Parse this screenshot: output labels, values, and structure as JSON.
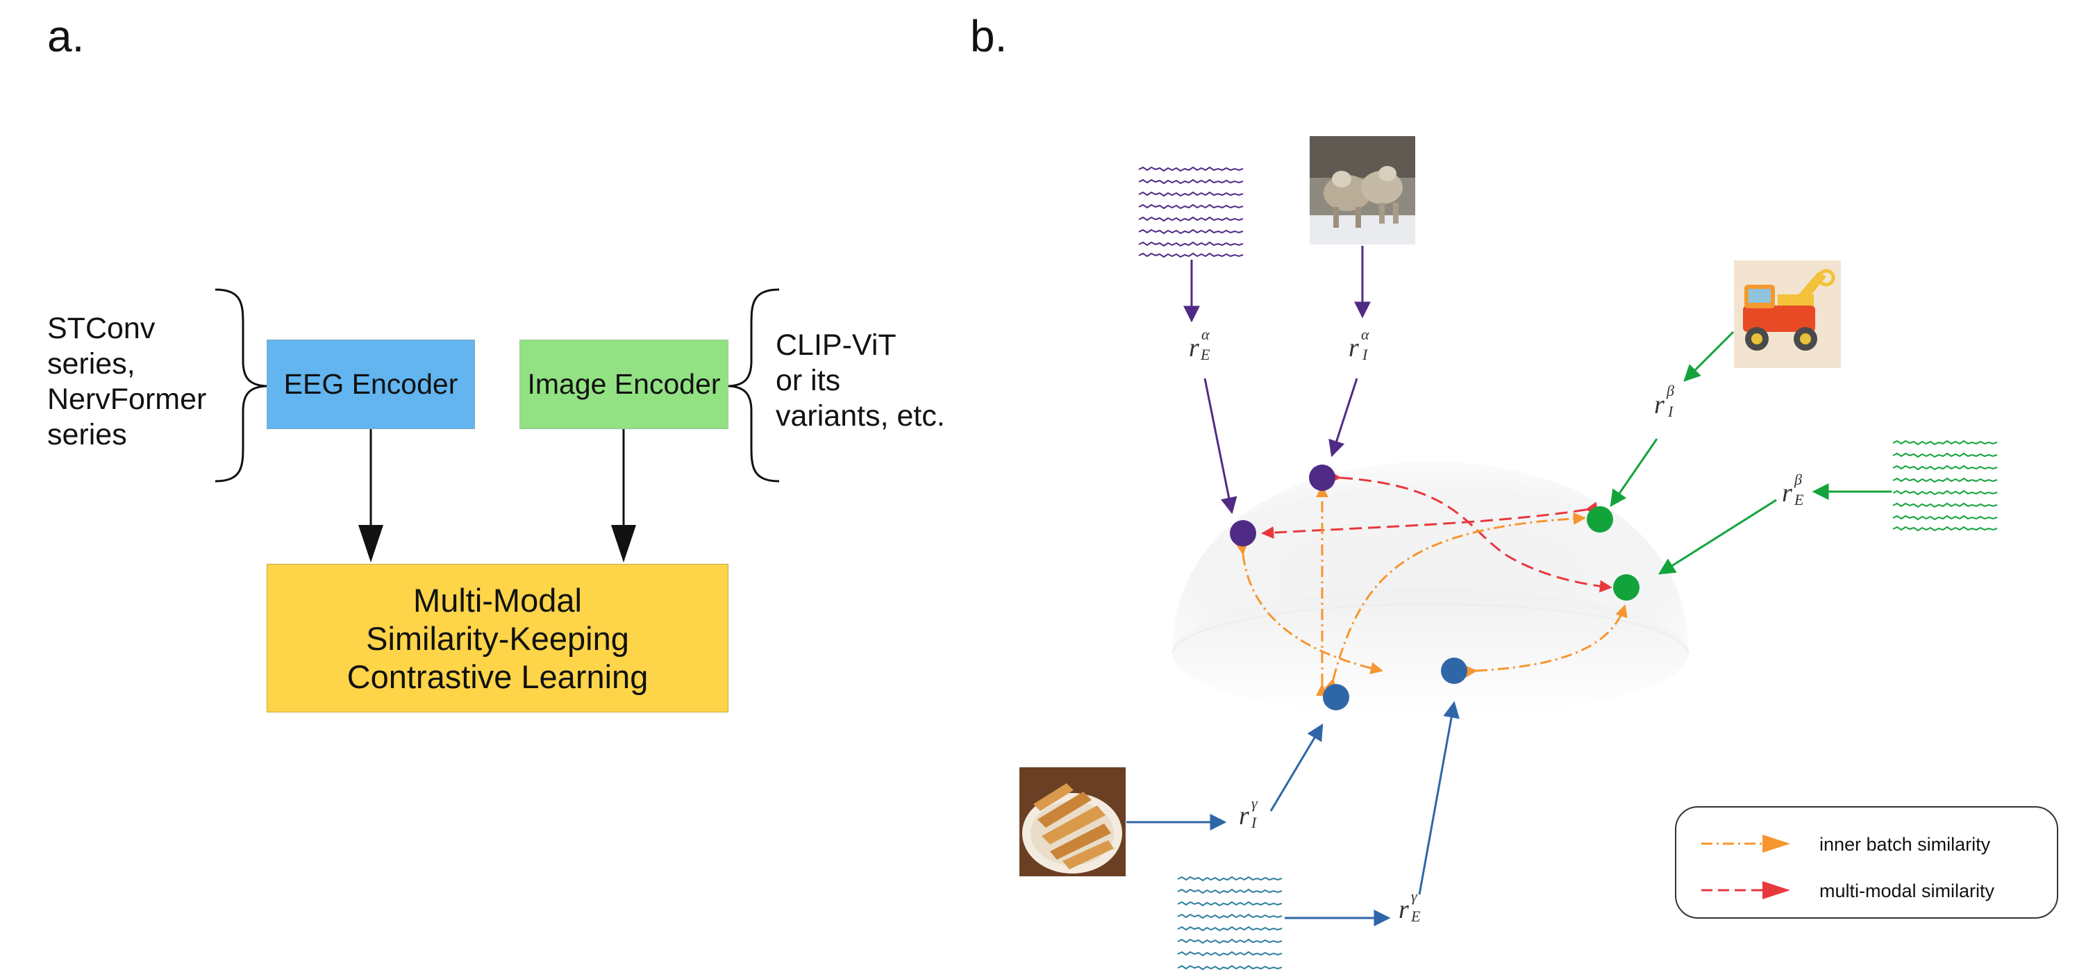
{
  "panel_a": {
    "label": "a.",
    "eeg_encoder": {
      "label": "EEG Encoder",
      "color": "#62b5ef"
    },
    "image_encoder": {
      "label": "Image Encoder",
      "color": "#92e283"
    },
    "eeg_note": [
      "STConv",
      "series,",
      "NervFormer",
      "series"
    ],
    "image_note": [
      "CLIP-ViT",
      "or its",
      "variants, etc."
    ],
    "main_box": {
      "lines": [
        "Multi-Modal",
        "Similarity-Keeping",
        "Contrastive Learning"
      ],
      "color": "#fed449"
    }
  },
  "panel_b": {
    "label": "b.",
    "rep_labels": {
      "E_alpha": {
        "base": "r",
        "sup": "α",
        "sub": "E"
      },
      "I_alpha": {
        "base": "r",
        "sup": "α",
        "sub": "I"
      },
      "I_beta": {
        "base": "r",
        "sup": "β",
        "sub": "I"
      },
      "E_beta": {
        "base": "r",
        "sup": "β",
        "sub": "E"
      },
      "I_gamma": {
        "base": "r",
        "sup": "γ",
        "sub": "I"
      },
      "E_gamma": {
        "base": "r",
        "sup": "γ",
        "sub": "E"
      }
    },
    "images": {
      "wolves": "wolves-image",
      "toy_truck": "toy-truck-image",
      "toast": "toast-image"
    },
    "colors": {
      "alpha": "#4f2b86",
      "beta": "#12a33b",
      "gamma": "#2f66a8",
      "inner_batch": "#f7952f",
      "multi_modal": "#e8383d"
    },
    "legend": {
      "inner_batch": "inner batch similarity",
      "multi_modal": "multi-modal similarity"
    }
  }
}
